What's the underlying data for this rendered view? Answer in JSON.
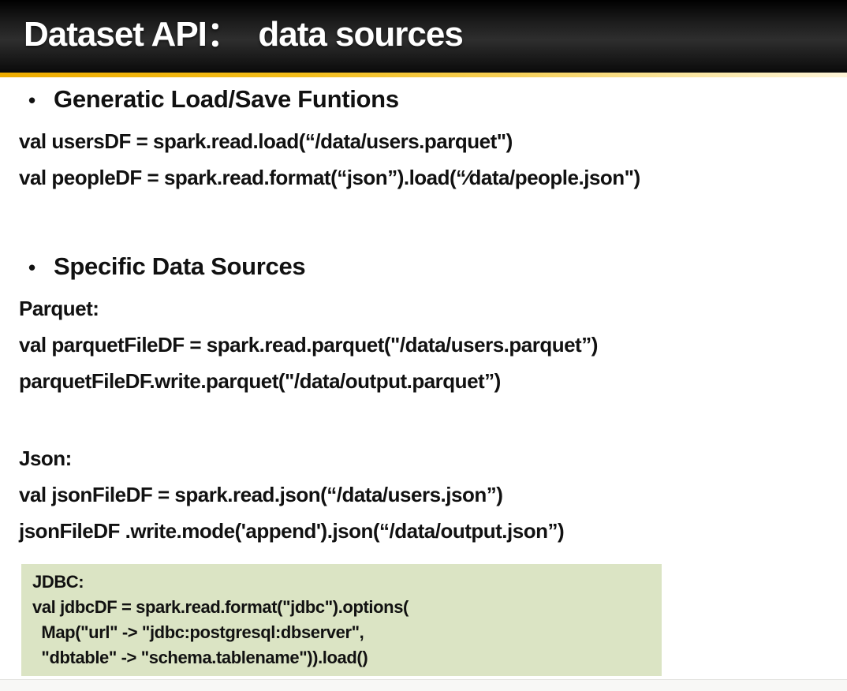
{
  "header": {
    "title": "Dataset API：  data sources"
  },
  "bullet_char": "•",
  "colors": {
    "header_bg": "#1a1a1a",
    "accent_gold": "#f2b705",
    "jdbc_box_bg": "#dbe4c4",
    "title_text": "#ffffff",
    "body_text": "#111111"
  },
  "generic_section": {
    "heading": "Generatic Load/Save Funtions",
    "code_lines": [
      "val usersDF = spark.read.load(“/data/users.parquet\")",
      "val peopleDF = spark.read.format(“json”).load(“∕data/people.json\")"
    ]
  },
  "specific_section": {
    "heading": "Specific Data Sources",
    "parquet": {
      "label": "Parquet:",
      "code_lines": [
        "val parquetFileDF = spark.read.parquet(\"/data/users.parquet”)",
        "parquetFileDF.write.parquet(\"/data/output.parquet”)"
      ]
    },
    "json": {
      "label": "Json:",
      "code_lines": [
        "val jsonFileDF = spark.read.json(“/data/users.json”)",
        "jsonFileDF .write.mode('append').json(“/data/output.json”)"
      ]
    },
    "jdbc": {
      "label": "JDBC:",
      "code_lines": [
        "val jdbcDF = spark.read.format(\"jdbc\").options(",
        "  Map(\"url\" -> \"jdbc:postgresql:dbserver\",",
        "  \"dbtable\" -> \"schema.tablename\")).load()"
      ]
    }
  }
}
